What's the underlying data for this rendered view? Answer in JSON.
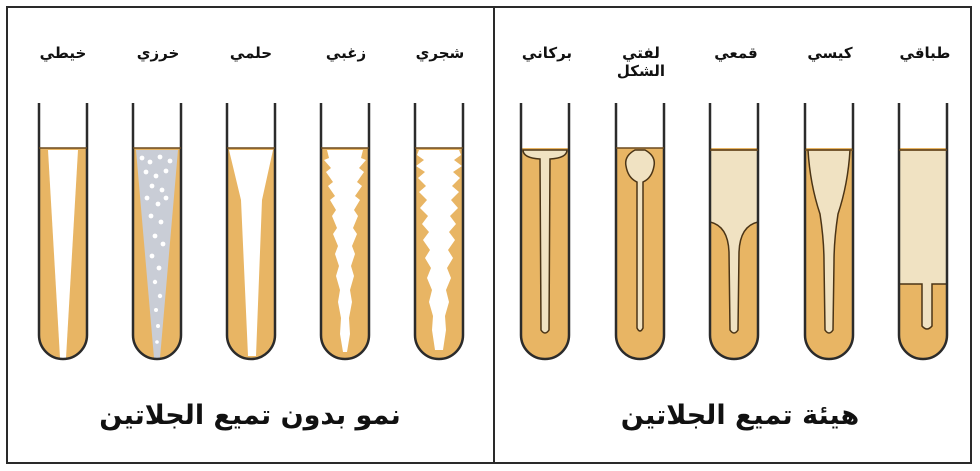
{
  "panels": {
    "left": {
      "caption": "نمو بدون تميع الجلاتين",
      "tubes": [
        {
          "label": "خيطي"
        },
        {
          "label": "خرزي"
        },
        {
          "label": "حلمي"
        },
        {
          "label": "زغبي"
        },
        {
          "label": "شجري"
        }
      ]
    },
    "right": {
      "caption": "هيئة تميع الجلاتين",
      "tubes": [
        {
          "label": "بركاني"
        },
        {
          "label": "لفتي الشكل"
        },
        {
          "label": "قمعي"
        },
        {
          "label": "كيسي"
        },
        {
          "label": "طباقي"
        }
      ]
    }
  },
  "colors": {
    "medium": "#E8B564",
    "liquefied": "#F0E2C2",
    "growth": "#FFFFFF",
    "outline": "#2b2b2b"
  }
}
